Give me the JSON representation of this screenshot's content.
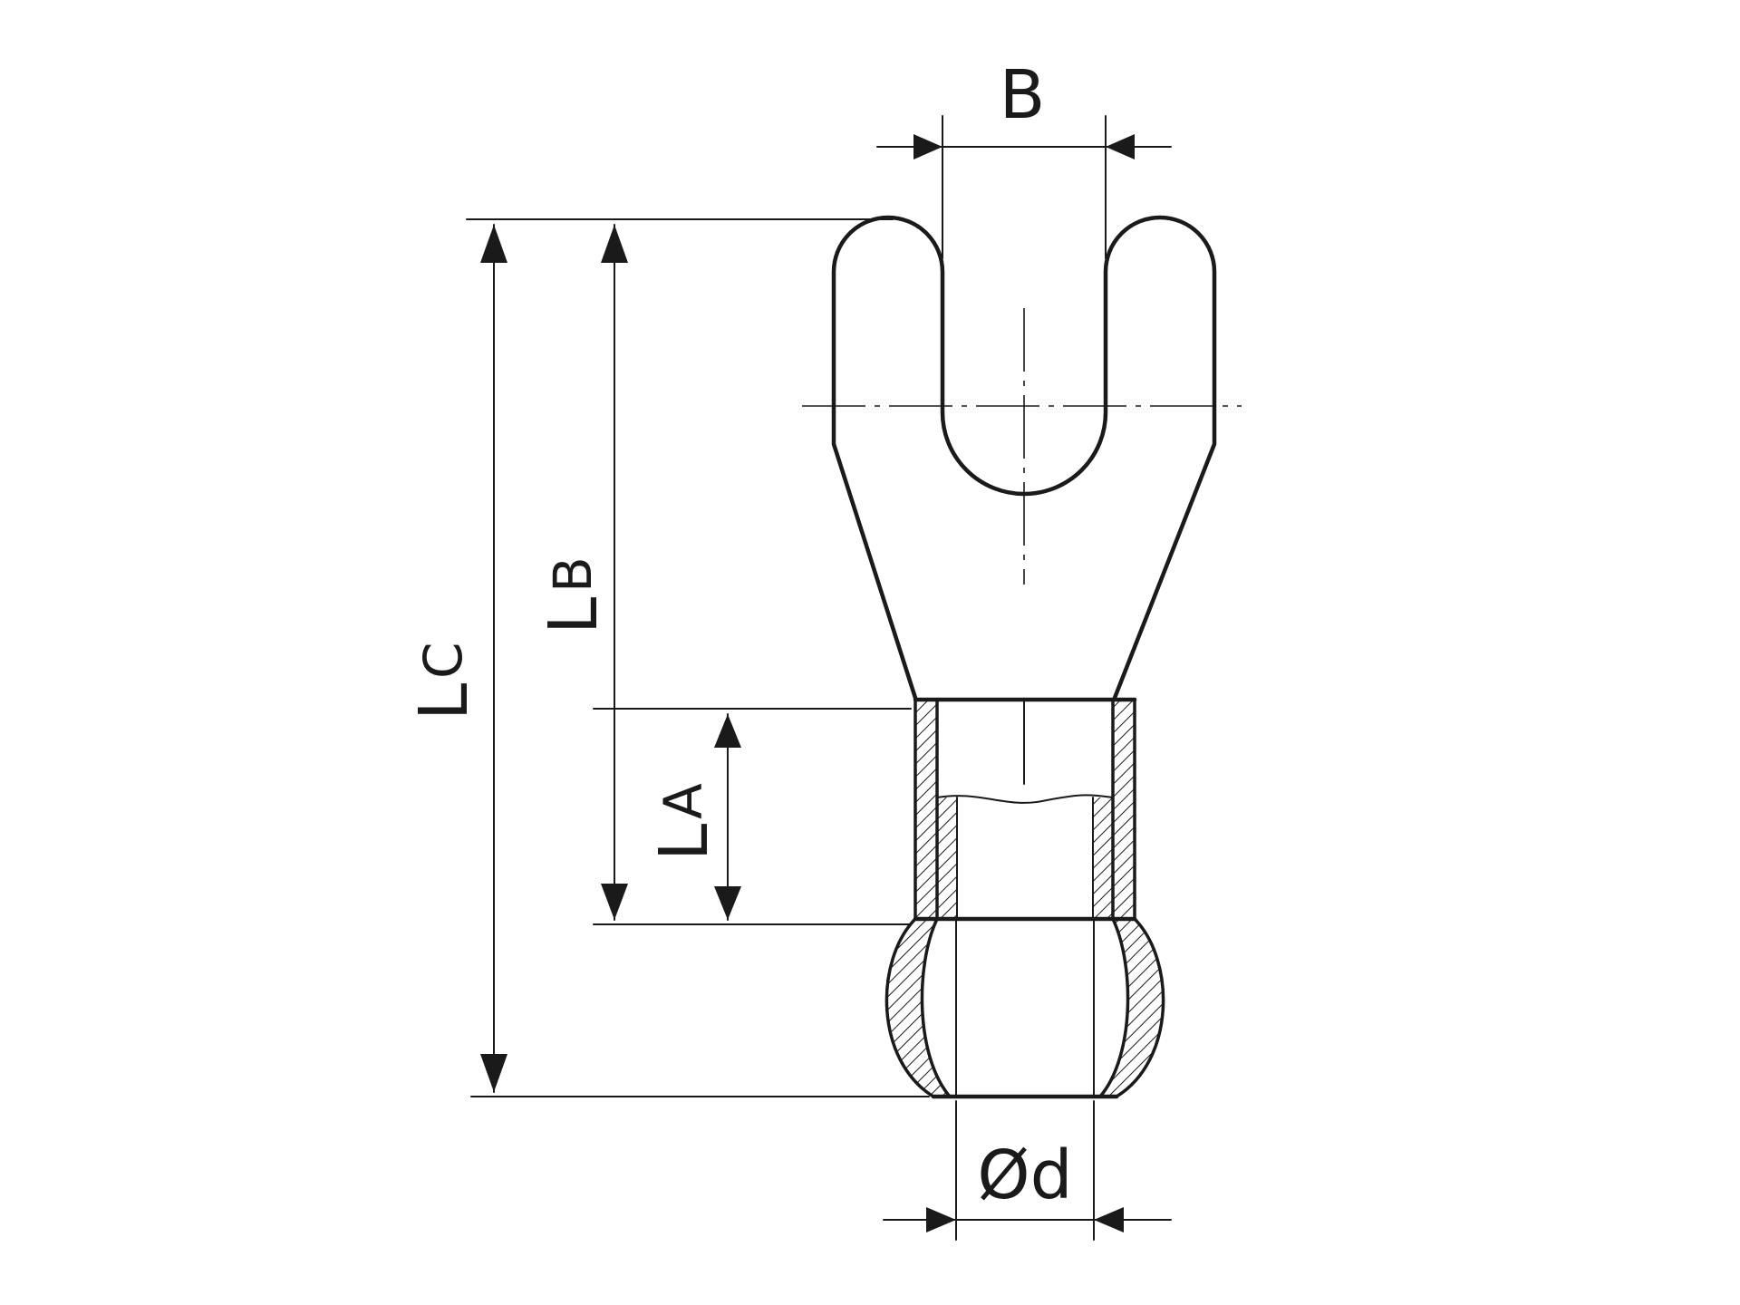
{
  "labels": {
    "width_B": "B",
    "diameter": "Ød",
    "length_C": {
      "main": "L",
      "sub": "C"
    },
    "length_B": {
      "main": "L",
      "sub": "B"
    },
    "length_A": {
      "main": "L",
      "sub": "A"
    }
  },
  "colors": {
    "line": "#1a1a1a",
    "background": "#ffffff"
  }
}
